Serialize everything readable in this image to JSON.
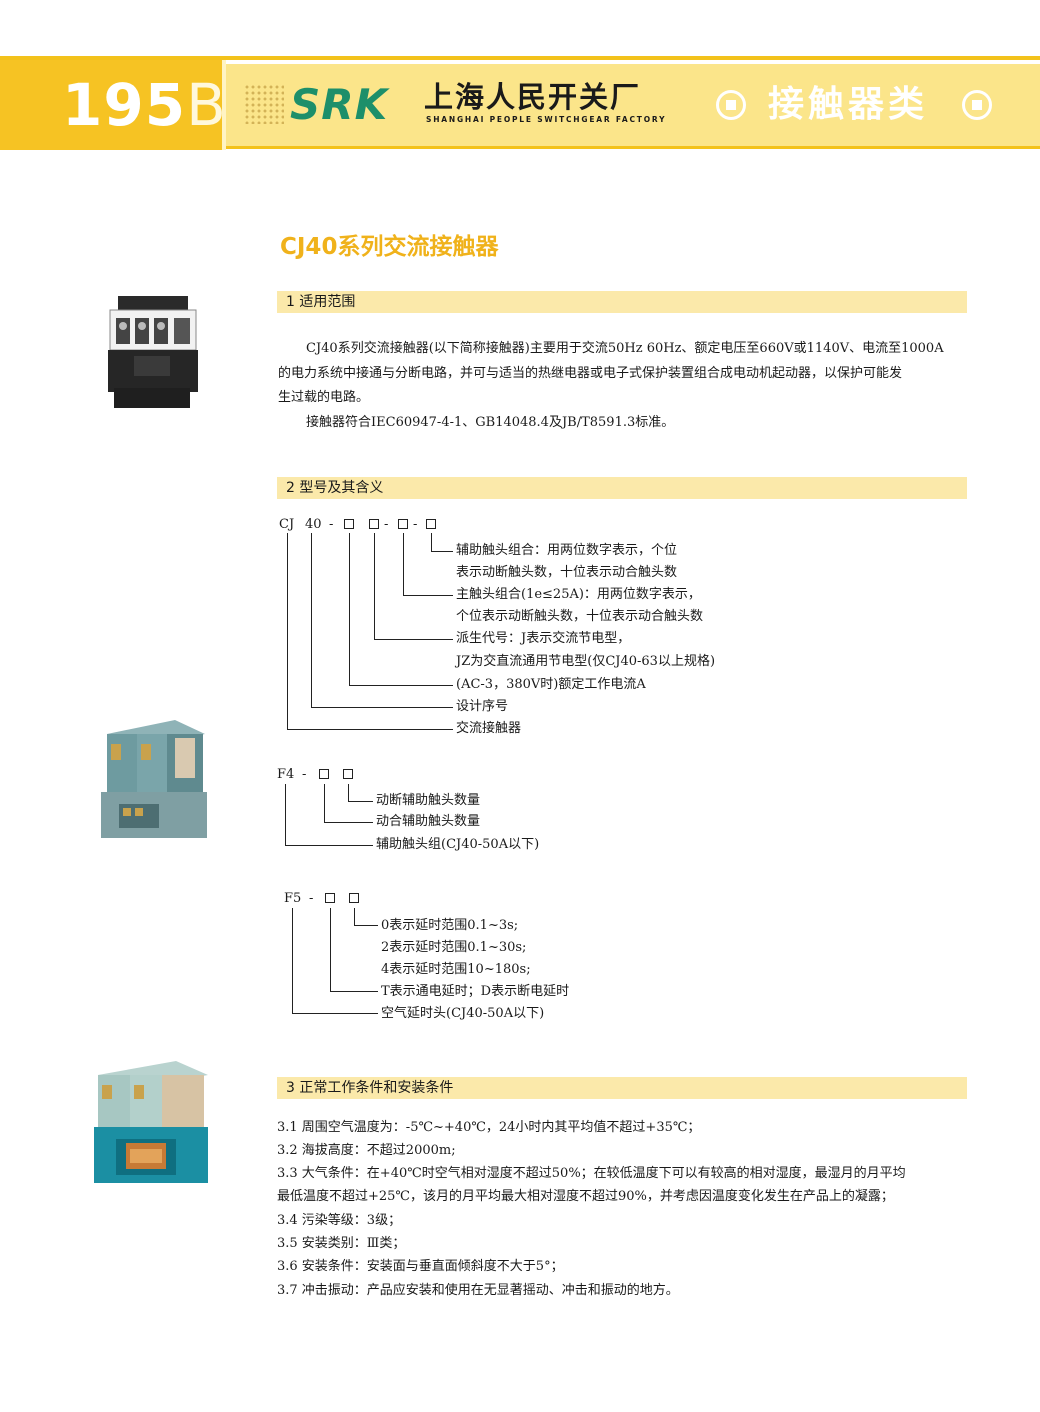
{
  "header": {
    "page_number": "195",
    "page_suffix": "B",
    "brand": "SRK",
    "company_cn": "上海人民开关厂",
    "company_en": "SHANGHAI PEOPLE SWITCHGEAR FACTORY",
    "category": "接触器类"
  },
  "title": "CJ40系列交流接触器",
  "sections": {
    "s1": {
      "heading": "1  适用范围",
      "lines": [
        "CJ40系列交流接触器(以下简称接触器)主要用于交流50Hz 60Hz、额定电压至660V或1140V、电流至1000A",
        "的电力系统中接通与分断电路，并可与适当的热继电器或电子式保护装置组合成电动机起动器，以保护可能发",
        "生过载的电路。",
        "接触器符合IEC60947-4-1、GB14048.4及JB/T8591.3标准。"
      ]
    },
    "s2": {
      "heading": "2  型号及其含义",
      "model1": {
        "code_a": "CJ",
        "code_b": "40",
        "dash": "-",
        "descriptions": [
          "辅助触头组合：用两位数字表示，个位",
          "表示动断触头数，十位表示动合触头数",
          "主触头组合(1e≤25A)：用两位数字表示，",
          "个位表示动断触头数，十位表示动合触头数",
          "派生代号：J表示交流节电型，",
          "JZ为交直流通用节电型(仅CJ40-63以上规格)",
          "(AC-3，380V时)额定工作电流A",
          "设计序号",
          "交流接触器"
        ]
      },
      "model2": {
        "code": "F4",
        "dash": "-",
        "descriptions": [
          "动断辅助触头数量",
          "动合辅助触头数量",
          "辅助触头组(CJ40-50A以下)"
        ]
      },
      "model3": {
        "code": "F5",
        "dash": "-",
        "descriptions": [
          "0表示延时范围0.1~3s;",
          "2表示延时范围0.1~30s;",
          "4表示延时范围10~180s;",
          "T表示通电延时；D表示断电延时",
          "空气延时头(CJ40-50A以下)"
        ]
      }
    },
    "s3": {
      "heading": "3  正常工作条件和安装条件",
      "lines": [
        "3.1  周围空气温度为：-5℃~+40℃，24小时内其平均值不超过+35℃；",
        "3.2  海拔高度：不超过2000m;",
        "3.3  大气条件：在+40℃时空气相对湿度不超过50%；在较低温度下可以有较高的相对湿度，最湿月的月平均",
        "最低温度不超过+25℃，该月的月平均最大相对湿度不超过90%，并考虑因温度变化发生在产品上的凝露；",
        "3.4  污染等级：3级；",
        "3.5  安装类别：Ⅲ类；",
        "3.6  安装条件：安装面与垂直面倾斜度不大于5°；",
        "3.7  冲击振动：产品应安装和使用在无显著摇动、冲击和振动的地方。"
      ]
    }
  },
  "colors": {
    "banner": "#fbe58a",
    "accent": "#f3c21b",
    "title": "#f0b21b",
    "section_bar": "#fbe9aa",
    "brand": "#1d8f6a"
  }
}
